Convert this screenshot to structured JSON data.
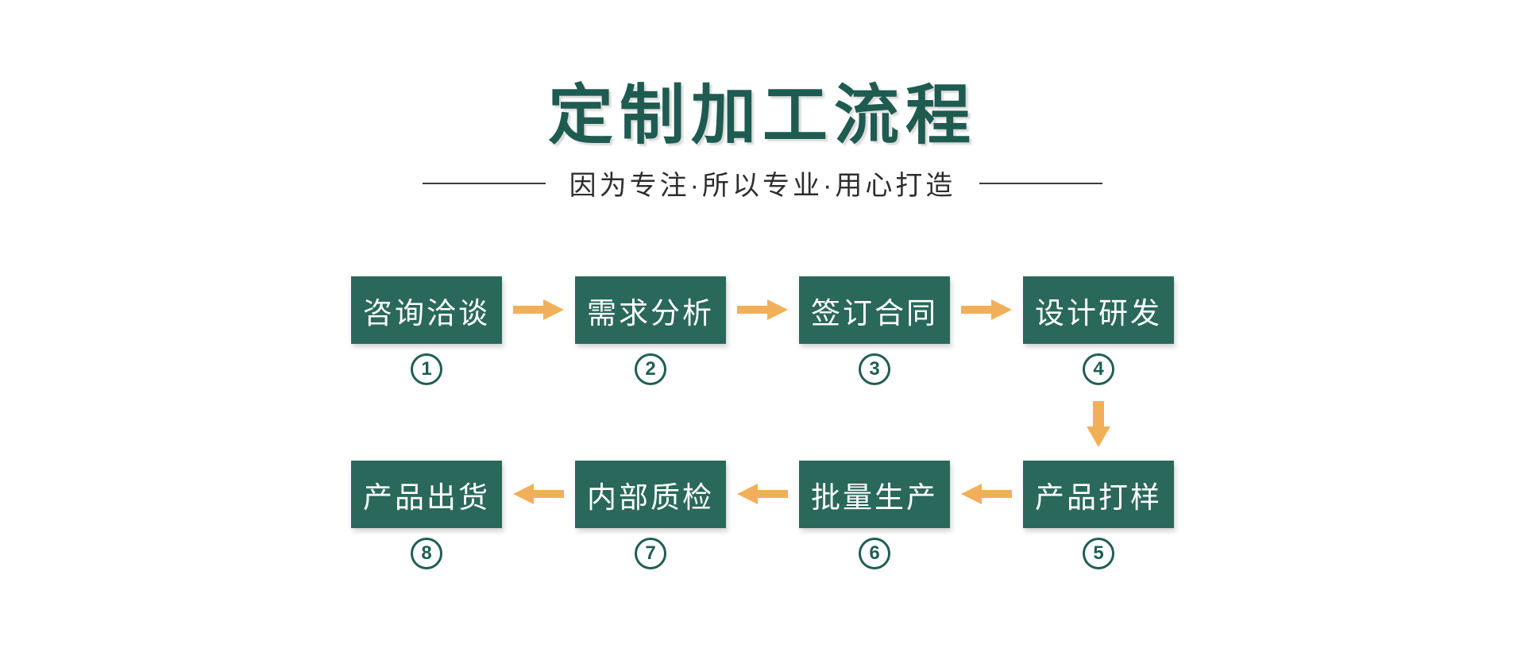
{
  "header": {
    "title": "定制加工流程",
    "subtitle": "因为专注·所以专业·用心打造"
  },
  "colors": {
    "background": "#ffffff",
    "title-green": "#1e5b50",
    "box-green": "#2a685b",
    "circle-green": "#1f5f52",
    "arrow-orange": "#f1b057",
    "subtitle-gray": "#2e2e2e",
    "rule-gray": "#3c3c3c"
  },
  "flow": {
    "top_row": [
      {
        "label": "咨询洽谈",
        "number": "1"
      },
      {
        "label": "需求分析",
        "number": "2"
      },
      {
        "label": "签订合同",
        "number": "3"
      },
      {
        "label": "设计研发",
        "number": "4"
      }
    ],
    "bottom_row": [
      {
        "label": "产品出货",
        "number": "8"
      },
      {
        "label": "内部质检",
        "number": "7"
      },
      {
        "label": "批量生产",
        "number": "6"
      },
      {
        "label": "产品打样",
        "number": "5"
      }
    ]
  }
}
